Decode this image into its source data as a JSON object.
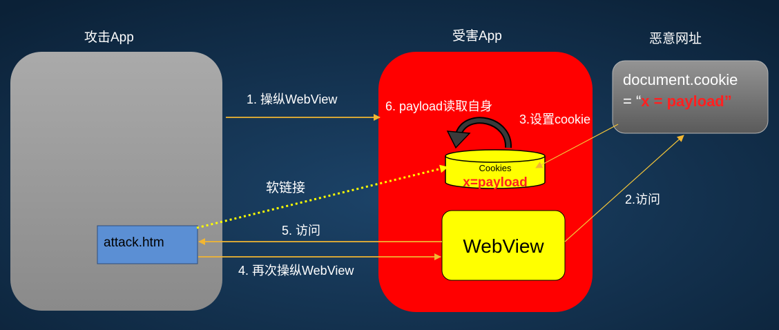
{
  "labels": {
    "attack_app": "攻击App",
    "victim_app": "受害App",
    "malicious_url": "恶意网址"
  },
  "malicious_box": {
    "line1": "document.cookie",
    "line2_prefix": "= “",
    "line2_value": "x = payload”"
  },
  "cookies": {
    "title": "Cookies",
    "value": "x=payload"
  },
  "webview": {
    "label": "WebView"
  },
  "attack_file": {
    "label": "attack.htm"
  },
  "steps": {
    "step1": "1. 操纵WebView",
    "step2": "2.访问",
    "step3": "3.设置cookie",
    "step4": "4. 再次操纵WebView",
    "step5": "5. 访问",
    "step6": "6. payload读取自身",
    "softlink": "软链接"
  },
  "colors": {
    "victim_app": "#ff0000",
    "cookie_store": "#ffff00",
    "webview": "#ffff00",
    "attack_file": "#5b8fd4",
    "payload_text": "#ff2020",
    "arrow": "#f2b632",
    "softlink": "#ffff00"
  }
}
